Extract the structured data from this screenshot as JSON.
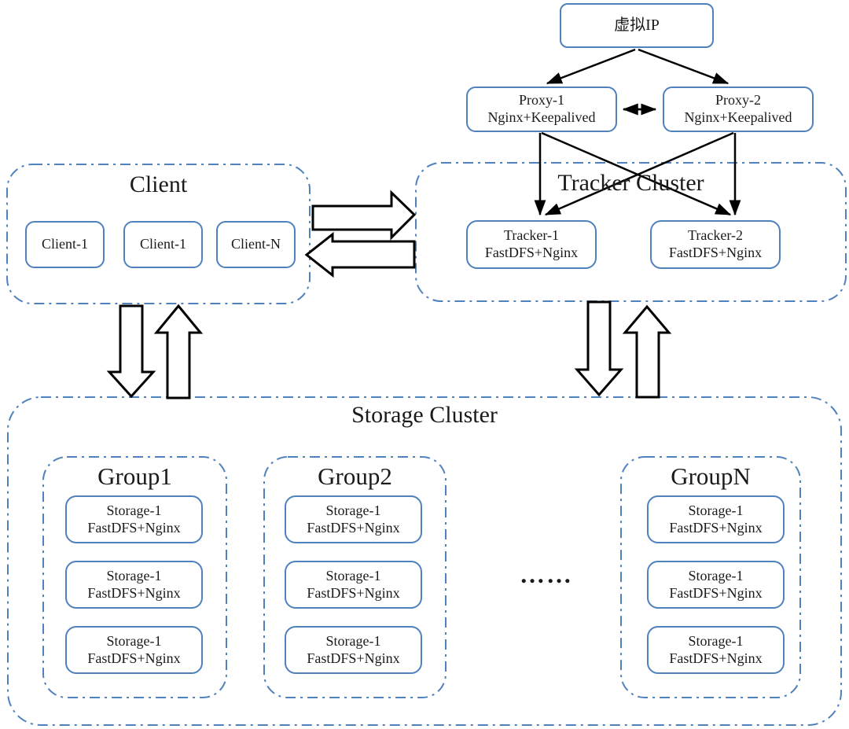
{
  "diagram": {
    "colors": {
      "accent_blue": "#4f81bd",
      "arrow_black": "#000000",
      "text": "#1a1a1a"
    },
    "virtual_ip": {
      "label": "虚拟IP"
    },
    "proxies": [
      {
        "title": "Proxy-1",
        "subtitle": "Nginx+Keepalived"
      },
      {
        "title": "Proxy-2",
        "subtitle": "Nginx+Keepalived"
      }
    ],
    "client_cluster": {
      "title": "Client",
      "nodes": [
        {
          "label": "Client-1"
        },
        {
          "label": "Client-1"
        },
        {
          "label": "Client-N"
        }
      ]
    },
    "tracker_cluster": {
      "title": "Tracker Cluster",
      "nodes": [
        {
          "title": "Tracker-1",
          "subtitle": "FastDFS+Nginx"
        },
        {
          "title": "Tracker-2",
          "subtitle": "FastDFS+Nginx"
        }
      ]
    },
    "storage_cluster": {
      "title": "Storage Cluster",
      "ellipsis": "……",
      "groups": [
        {
          "title": "Group1",
          "nodes": [
            {
              "title": "Storage-1",
              "subtitle": "FastDFS+Nginx"
            },
            {
              "title": "Storage-1",
              "subtitle": "FastDFS+Nginx"
            },
            {
              "title": "Storage-1",
              "subtitle": "FastDFS+Nginx"
            }
          ]
        },
        {
          "title": "Group2",
          "nodes": [
            {
              "title": "Storage-1",
              "subtitle": "FastDFS+Nginx"
            },
            {
              "title": "Storage-1",
              "subtitle": "FastDFS+Nginx"
            },
            {
              "title": "Storage-1",
              "subtitle": "FastDFS+Nginx"
            }
          ]
        },
        {
          "title": "GroupN",
          "nodes": [
            {
              "title": "Storage-1",
              "subtitle": "FastDFS+Nginx"
            },
            {
              "title": "Storage-1",
              "subtitle": "FastDFS+Nginx"
            },
            {
              "title": "Storage-1",
              "subtitle": "FastDFS+Nginx"
            }
          ]
        }
      ]
    }
  }
}
